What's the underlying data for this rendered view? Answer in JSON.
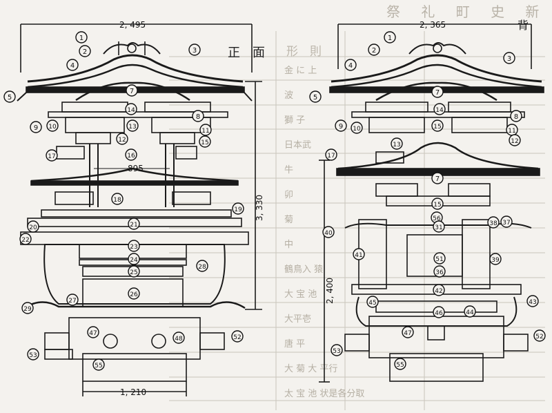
{
  "header": {
    "faint_title": "祭 礼 町 史 新 編 地"
  },
  "front": {
    "title": "正　面",
    "dim_width_top": "2, 495",
    "dim_height": "3, 330",
    "dim_inner": "895",
    "dim_width_bottom": "1, 210"
  },
  "back": {
    "title": "背",
    "dim_width_top": "2, 365",
    "dim_height": "2, 400"
  },
  "table": {
    "header": "形　則",
    "rows": [
      "金 に 上",
      "波",
      "獅 子",
      "日本武",
      "牛",
      "卯",
      "菊",
      "中",
      "鶴鳥入 猿",
      "大 宝 池",
      "大平壱",
      "唐 平",
      "大 菊 大 平行",
      "太 宝 池 状是各分取"
    ]
  },
  "labels": {
    "front": [
      "1",
      "2",
      "3",
      "4",
      "5",
      "7",
      "9",
      "10",
      "14",
      "8",
      "11",
      "15",
      "12",
      "13",
      "16",
      "17",
      "18",
      "19",
      "20",
      "21",
      "22",
      "23",
      "24",
      "25",
      "28",
      "26",
      "27",
      "29",
      "47",
      "48",
      "52",
      "53",
      "55"
    ],
    "back": [
      "1",
      "2",
      "3",
      "4",
      "5",
      "7",
      "9",
      "10",
      "14",
      "8",
      "11",
      "15",
      "13",
      "12",
      "17",
      "7",
      "15",
      "56",
      "40",
      "31",
      "38",
      "37",
      "41",
      "51",
      "36",
      "39",
      "42",
      "45",
      "43",
      "46",
      "44",
      "47",
      "52",
      "53",
      "55"
    ]
  }
}
